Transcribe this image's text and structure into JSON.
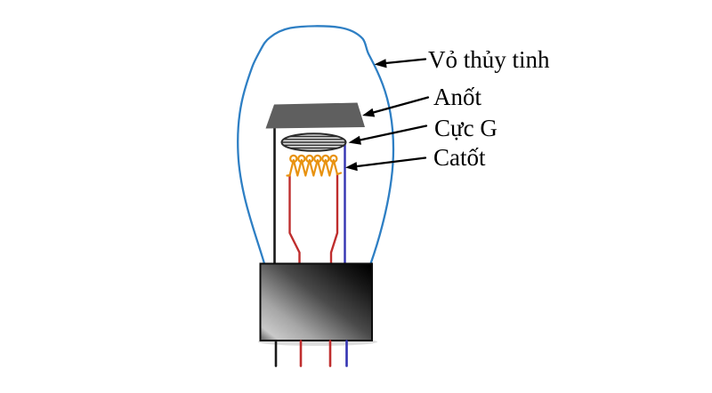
{
  "figure": {
    "type": "diagram",
    "subject_labels": [
      "Vỏ thủy tinh",
      "Anốt",
      "Cực G",
      "Catốt"
    ]
  },
  "labels": {
    "glass": "Vỏ thủy tinh",
    "anode": "Anốt",
    "grid": "Cực G",
    "cathode": "Catốt"
  },
  "colors": {
    "background": "#ffffff",
    "envelope": "#2e7fc4",
    "anode": "#5f5f5f",
    "grid_fill": "#d8d8d8",
    "grid_stripe": "#2f2f2f",
    "grid_outline": "#2a2a2a",
    "coil": "#e8920f",
    "wire_red": "#bf2e2e",
    "wire_blue": "#3434b2",
    "wire_black": "#1a1a1a",
    "arrow": "#000000",
    "base_stroke": "#0d0d0d"
  }
}
